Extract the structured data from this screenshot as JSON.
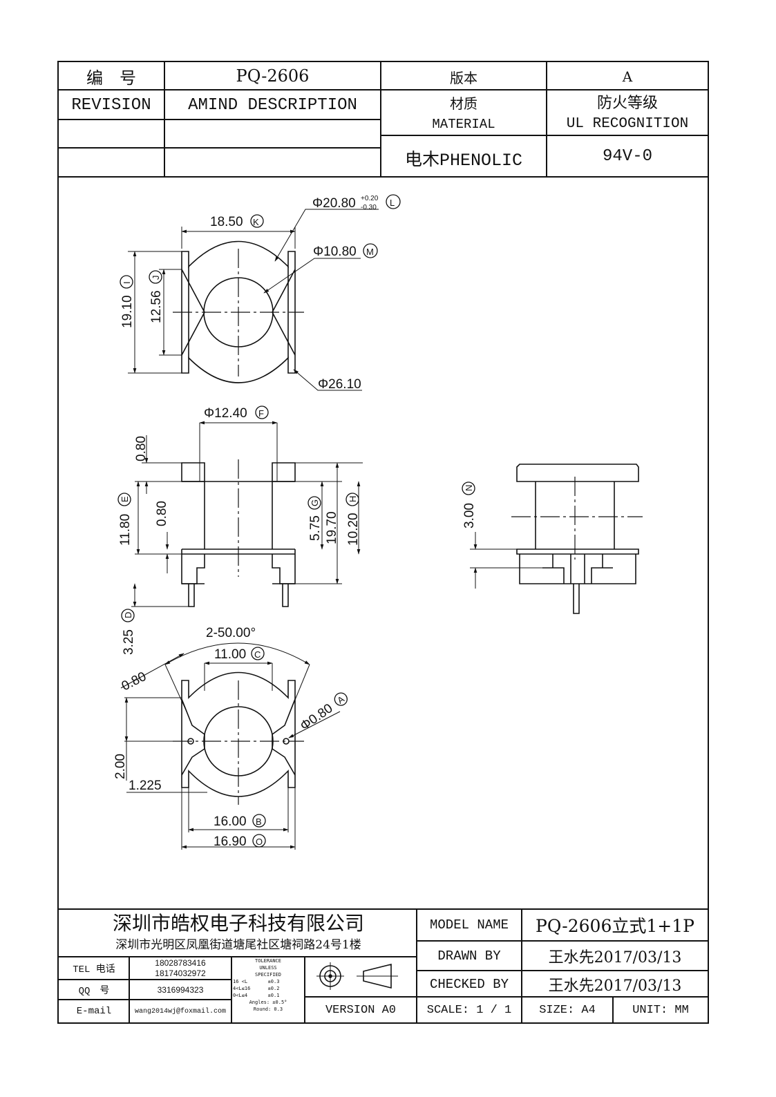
{
  "header": {
    "number_label": "编　号",
    "part_number": "PQ-2606",
    "version_label": "版本",
    "version_value": "A",
    "revision_label": "REVISION",
    "description_label": "AMIND DESCRIPTION",
    "material_label_cn": "材质",
    "material_label_en": "MATERIAL",
    "ul_label_cn": "防火等级",
    "ul_label_en": "UL RECOGNITION",
    "material_value": "电木PHENOLIC",
    "ul_value": "94V-0"
  },
  "dimensions": {
    "top_view": {
      "width": "18.50",
      "width_mark": "K",
      "outer_dia": "Φ20.80",
      "outer_tol_plus": "+0.20",
      "outer_tol_minus": "-0.30",
      "outer_mark": "L",
      "center_dia": "Φ10.80",
      "center_mark": "M",
      "flange_dia": "Φ26.10",
      "height": "19.10",
      "height_mark": "I",
      "inner_height": "12.56",
      "inner_mark": "J"
    },
    "front_view": {
      "core_dia": "Φ12.40",
      "core_mark": "F",
      "flange_thk_top": "0.80",
      "flange_thk_inner": "0.80",
      "total_height": "11.80",
      "total_mark": "E",
      "winding_height": "5.75",
      "winding_mark": "G",
      "pin_length": "19.70",
      "body_height": "10.20",
      "body_mark": "H",
      "pin_extension": "3.25",
      "pin_mark": "D"
    },
    "side_view": {
      "offset": "3.00",
      "offset_mark": "N"
    },
    "bottom_view": {
      "angle": "2-50.00°",
      "slot_width": "11.00",
      "slot_mark": "C",
      "wall": "0.80",
      "pin_dia": "Φ0.80",
      "pin_mark": "A",
      "pitch": "2.00",
      "pin_offset": "1.225",
      "base_width": "16.00",
      "base_mark": "B",
      "overall_width": "16.90",
      "overall_mark": "O"
    }
  },
  "title_block": {
    "company": "深圳市皓权电子科技有限公司",
    "address": "深圳市光明区凤凰街道塘尾社区塘祠路24号1楼",
    "tel_label": "TEL 电话",
    "tel_1": "18028783416",
    "tel_2": "18174032972",
    "qq_label": "QQ　号",
    "qq_value": "3316994323",
    "email_label": "E-mail",
    "email_value": "wang2014wj@foxmail.com",
    "tolerance": {
      "title": "TOLERANCE",
      "line2": "UNLESS",
      "line3": "SPECIFIED",
      "row1": "16 <L       ±0.3",
      "row2": "4<L≤16      ±0.2",
      "row3": "0<L≤4       ±0.1",
      "row4": "Angles: ±0.5°",
      "row5": "Round: 0.3"
    },
    "version": "VERSION A0",
    "model_name_label": "MODEL NAME",
    "model_name_value": "PQ-2606立式1+1P",
    "drawn_by_label": "DRAWN BY",
    "drawn_by_value": "王水先2017/03/13",
    "checked_by_label": "CHECKED BY",
    "checked_by_value": "王水先2017/03/13",
    "scale": "SCALE: 1 / 1",
    "size": "SIZE: A4",
    "unit": "UNIT: MM"
  },
  "colors": {
    "ink": "#111111",
    "paper": "#ffffff"
  }
}
